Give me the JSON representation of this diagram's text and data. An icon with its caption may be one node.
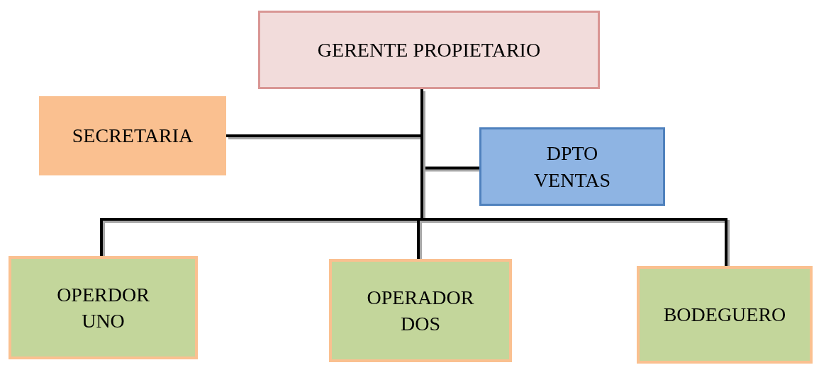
{
  "diagram": {
    "nodes": [
      {
        "text": [
          "GERENTE PROPIETARIO"
        ]
      },
      {
        "text": [
          "SECRETARIA"
        ]
      },
      {
        "text": [
          "DPTO VENTAS"
        ]
      },
      {
        "text": [
          "OPERDOR UNO"
        ]
      },
      {
        "text": [
          "OPERADOR DOS"
        ]
      },
      {
        "text": [
          "BODEGUERO"
        ]
      }
    ],
    "edges": [
      {
        "from": 0,
        "to": 1,
        "arrow": "none"
      },
      {
        "from": 0,
        "to": 2,
        "arrow": "none"
      },
      {
        "from": 0,
        "to": 3,
        "arrow": "none"
      },
      {
        "from": 0,
        "to": 4,
        "arrow": "none"
      },
      {
        "from": 0,
        "to": 5,
        "arrow": "none"
      }
    ]
  }
}
